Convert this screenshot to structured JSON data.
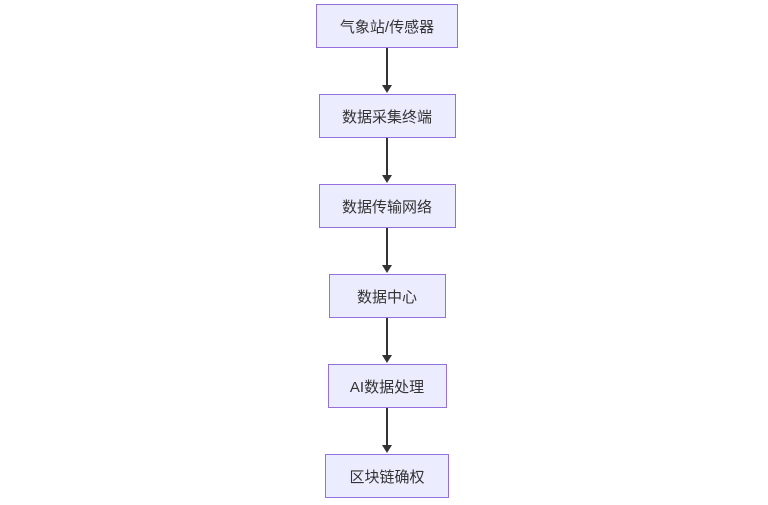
{
  "diagram": {
    "type": "flowchart",
    "direction": "top-down",
    "nodes": [
      {
        "id": "weather-sensor",
        "label": "气象站/传感器"
      },
      {
        "id": "data-collection-terminal",
        "label": "数据采集终端"
      },
      {
        "id": "data-transmission-network",
        "label": "数据传输网络"
      },
      {
        "id": "data-center",
        "label": "数据中心"
      },
      {
        "id": "ai-processing",
        "label": "AI数据处理"
      },
      {
        "id": "blockchain-confirmation",
        "label": "区块链确权"
      }
    ],
    "edges": [
      {
        "from": "气象站/传感器",
        "to": "数据采集终端"
      },
      {
        "from": "数据采集终端",
        "to": "数据传输网络"
      },
      {
        "from": "数据传输网络",
        "to": "数据中心"
      },
      {
        "from": "数据中心",
        "to": "AI数据处理"
      },
      {
        "from": "AI数据处理",
        "to": "区块链确权"
      }
    ],
    "colors": {
      "node_fill": "#ECECFF",
      "node_border": "#9370DB",
      "text": "#333333",
      "arrow": "#333333",
      "background": "#ffffff"
    }
  }
}
